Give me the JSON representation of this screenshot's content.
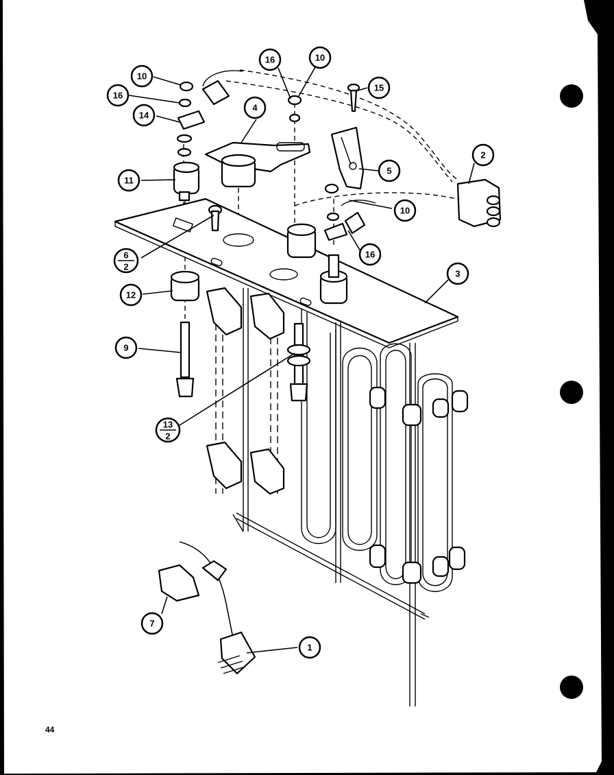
{
  "page": {
    "number": "44"
  },
  "callouts": {
    "c1": "1",
    "c2": "2",
    "c3": "3",
    "c4": "4",
    "c5": "5",
    "c6_top": "6",
    "c6_bottom": "2",
    "c7": "7",
    "c9": "9",
    "c10a": "10",
    "c10b": "10",
    "c10c": "10",
    "c11": "11",
    "c12": "12",
    "c13_top": "13",
    "c13_bottom": "2",
    "c14": "14",
    "c15": "15",
    "c16a": "16",
    "c16b": "16",
    "c16c": "16"
  }
}
